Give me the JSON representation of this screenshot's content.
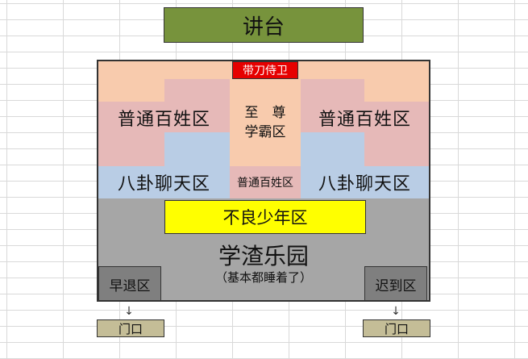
{
  "podium": "讲台",
  "guards": "带刀侍卫",
  "supreme": {
    "line1": "至　尊",
    "line2": "学霸区"
  },
  "commoner_left": "普通百姓区",
  "commoner_right": "普通百姓区",
  "commoner_middle": "普通百姓区",
  "gossip_left": "八卦聊天区",
  "gossip_right": "八卦聊天区",
  "delinquent": "不良少年区",
  "slacker_paradise": {
    "title": "学渣乐园",
    "note": "（基本都睡着了）"
  },
  "leave_early": "早退区",
  "arrive_late": "迟到区",
  "arrow_glyph": "↓",
  "door_left": "门口",
  "door_right": "门口",
  "colors": {
    "podium": "#77933c",
    "guards": "#e60000",
    "supreme": "#f8cbad",
    "commoner": "#e6b9b8",
    "gossip": "#b9cde5",
    "delinquent": "#ffff00",
    "slacker": "#a6a6a6",
    "corner": "#7f7f7f",
    "door": "#c4bd97"
  }
}
